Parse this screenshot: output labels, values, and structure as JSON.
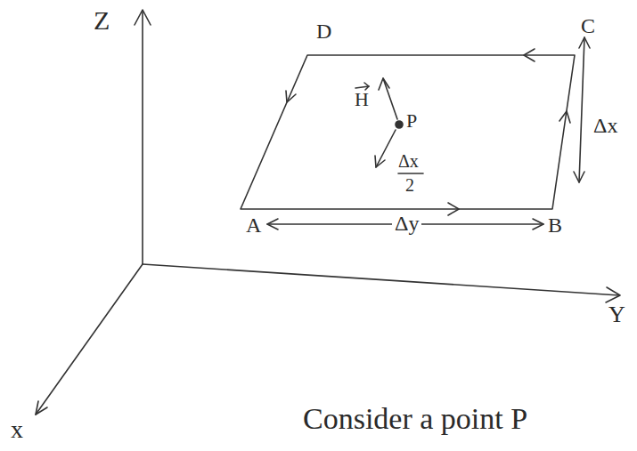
{
  "diagram": {
    "labels": [
      "Z",
      "D",
      "C",
      "H",
      "P",
      "Δx",
      "2",
      "Δx",
      "A",
      "Δy",
      "B",
      "Y",
      "x",
      "Consider a point P"
    ]
  }
}
